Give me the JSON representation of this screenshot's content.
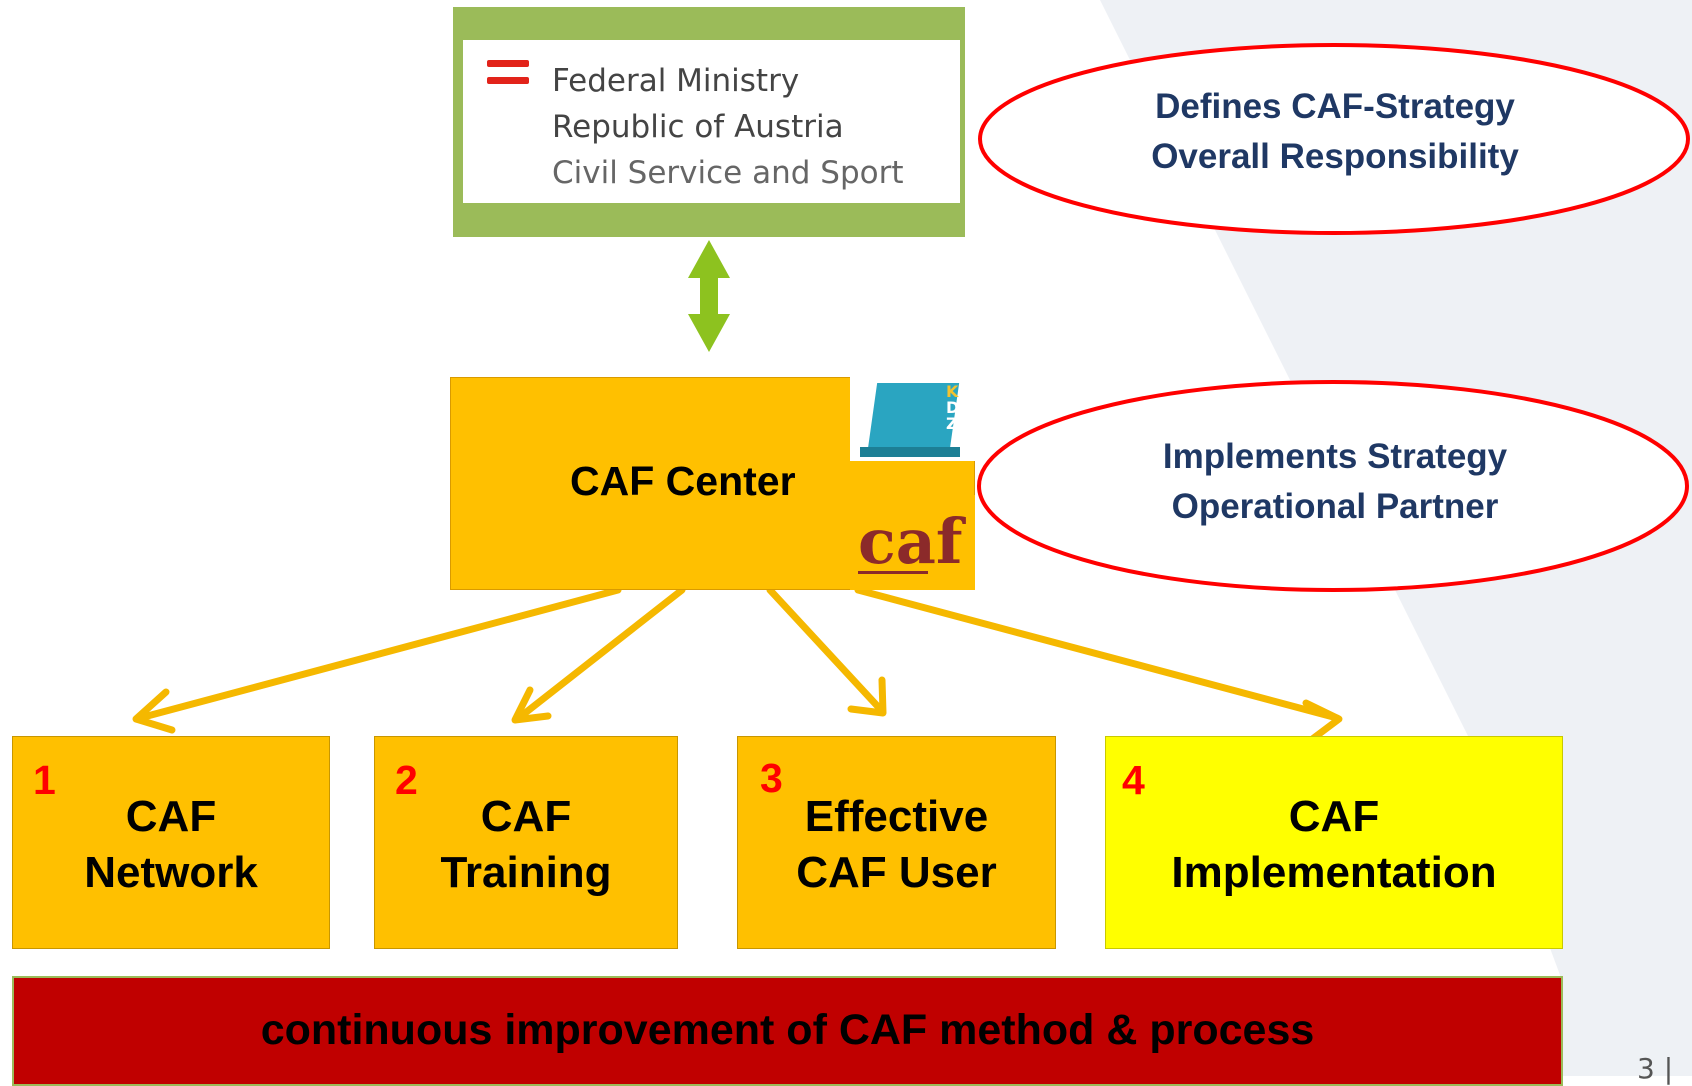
{
  "ministry": {
    "line1": "Federal Ministry",
    "line2": "Republic of Austria",
    "line3": "Civil Service and Sport"
  },
  "top_ellipse": {
    "line1": "Defines CAF-Strategy",
    "line2": "Overall Responsibility"
  },
  "center": {
    "label": "CAF Center"
  },
  "middle_ellipse": {
    "line1": "Implements Strategy",
    "line2": "Operational Partner"
  },
  "cards": [
    {
      "number": "1",
      "line1": "CAF",
      "line2": "Network"
    },
    {
      "number": "2",
      "line1": "CAF",
      "line2": "Training"
    },
    {
      "number": "3",
      "line1": "Effective",
      "line2": "CAF User"
    },
    {
      "number": "4",
      "line1": "CAF",
      "line2": "Implementation"
    }
  ],
  "footer": {
    "label": "continuous improvement of CAF method & process"
  },
  "page_number": "3",
  "colors": {
    "ministry_frame": "#9bbb59",
    "center_box": "#ffc000",
    "card_orange": "#ffc000",
    "card_yellow": "#ffff00",
    "ellipse_stroke": "#ff0000",
    "ellipse_text": "#1f3864",
    "connector_green": "#8dc21f",
    "connector_orange": "#f5b800",
    "footer_bar": "#c00000"
  }
}
